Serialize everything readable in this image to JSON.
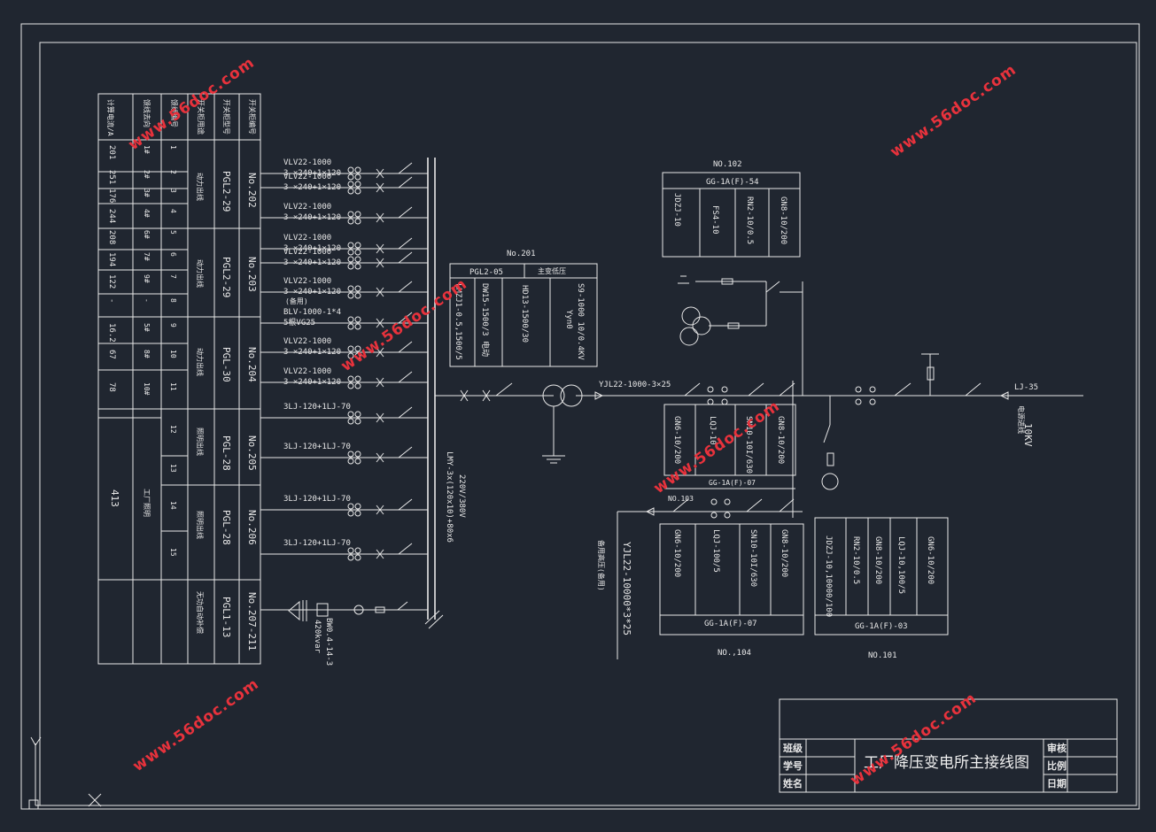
{
  "title_block": {
    "title": "工厂降压变电所主接线图",
    "class_label": "班级",
    "id_label": "学号",
    "name_label": "姓名",
    "review_label": "审核",
    "scale_label": "比例",
    "date_label": "日期"
  },
  "watermark": "www.56doc.com",
  "table": {
    "headers": [
      "开关柜编号",
      "开关柜型号",
      "开关柜用途",
      "馈线编号",
      "馈线去向",
      "计算电流/A"
    ],
    "rows": [
      {
        "no": "1",
        "dest": "1#",
        "current": "201"
      },
      {
        "no": "2",
        "dest": "2#",
        "current": "251"
      },
      {
        "no": "3",
        "dest": "3#",
        "current": "176"
      },
      {
        "no": "4",
        "dest": "4#",
        "current": "244"
      },
      {
        "no": "5",
        "dest": "6#",
        "current": "208"
      },
      {
        "no": "6",
        "dest": "7#",
        "current": "194"
      },
      {
        "no": "7",
        "dest": "9#",
        "current": "122"
      },
      {
        "no": "8",
        "dest": "-",
        "current": "-"
      },
      {
        "no": "9",
        "dest": "5#",
        "current": "16.2"
      },
      {
        "no": "10",
        "dest": "8#",
        "current": "67"
      },
      {
        "no": "11",
        "dest": "10#",
        "current": "78"
      },
      {
        "no": "12",
        "dest": "",
        "current": ""
      },
      {
        "no": "13",
        "dest": "",
        "current": ""
      },
      {
        "no": "14",
        "dest": "",
        "current": ""
      },
      {
        "no": "15",
        "dest": "",
        "current": ""
      }
    ],
    "lighting_dest": "工厂照明",
    "lighting_current": "413",
    "groups": [
      {
        "cab": "No.202",
        "model": "PGL2-29",
        "use": "动力出线"
      },
      {
        "cab": "No.203",
        "model": "PGL2-29",
        "use": "动力出线"
      },
      {
        "cab": "No.204",
        "model": "PGL-30",
        "use": "动力出线"
      },
      {
        "cab": "No.205",
        "model": "PGL-28",
        "use": "照明出线"
      },
      {
        "cab": "No.206",
        "model": "PGL-28",
        "use": "照明出线"
      },
      {
        "cab": "No.207-211",
        "model": "PGL1-13",
        "use": "无功自动补偿"
      }
    ]
  },
  "feeders": [
    {
      "cable": "VLV22-1000",
      "spec": "3 ×240+1×120"
    },
    {
      "cable": "VLV22-1000",
      "spec": "3 ×240+1×120"
    },
    {
      "cable": "VLV22-1000",
      "spec": "3 ×240+1×120"
    },
    {
      "cable": "VLV22-1000",
      "spec": "3 ×240+1×120"
    },
    {
      "cable": "VLV22-1000",
      "spec": "3 ×240+1×120"
    },
    {
      "cable": "VLV22-1000",
      "spec": "3 ×240+1×120"
    },
    {
      "cable": "BLV-1000-1*4",
      "spec": "5根VG25"
    },
    {
      "cable": "VLV22-1000",
      "spec": "3 ×240+1×120"
    },
    {
      "cable": "VLV22-1000",
      "spec": "3 ×240+1×120"
    },
    {
      "cable": "3LJ-120+1LJ-70",
      "spec": ""
    },
    {
      "cable": "3LJ-120+1LJ-70",
      "spec": ""
    },
    {
      "cable": "3LJ-120+1LJ-70",
      "spec": ""
    },
    {
      "cable": "3LJ-120+1LJ-70",
      "spec": ""
    }
  ],
  "standby": "(备用)",
  "capacitor": {
    "model": "BW0.4-14-3",
    "rating": "420kvar"
  },
  "busbar_low": {
    "voltage": "220V/380V",
    "spec": "LMY-3x(120x10)+80x6"
  },
  "cab201": {
    "no": "No.201",
    "model": "PGL2-05",
    "use": "主变低压",
    "items": [
      "LMZJ1-0.5,1500/5",
      "DW15-1500/3 电动",
      "HD13-1500/30",
      "S9-1000 10/0.4KV",
      "Yyn0"
    ]
  },
  "cab102": {
    "no": "NO.102",
    "model": "GG-1A(F)-54",
    "items": [
      "JDZJ-10",
      "FS4-10",
      "RN2-10/0.5",
      "GN8-10/200"
    ]
  },
  "cab103": {
    "no": "NO.103",
    "model": "GG-1A(F)-07",
    "items": [
      "GN6-10/200",
      "LQJ-10",
      "SN10-10I/630",
      "GN8-10/200"
    ]
  },
  "cab104": {
    "no": "NO.,104",
    "model": "GG-1A(F)-07",
    "items": [
      "GN6-10/200",
      "LQJ-100/5",
      "SN10-10I/630",
      "GN8-10/200"
    ]
  },
  "cab101": {
    "no": "NO.101",
    "model": "GG-1A(F)-03",
    "items": [
      "JDZJ-10,10000/100",
      "RN2-10/0.5",
      "GN8-10/200",
      "LQJ-10,100/5",
      "GN6-10/200"
    ]
  },
  "hv": {
    "transformer_cable": "YJL22-1000-3×25",
    "outgoing_cable": "YJL22-10000*3*25",
    "outgoing_note": "备用高压(备用)",
    "incoming_line": "LJ-35",
    "incoming_note": "电源进线",
    "voltage": "10KV"
  }
}
